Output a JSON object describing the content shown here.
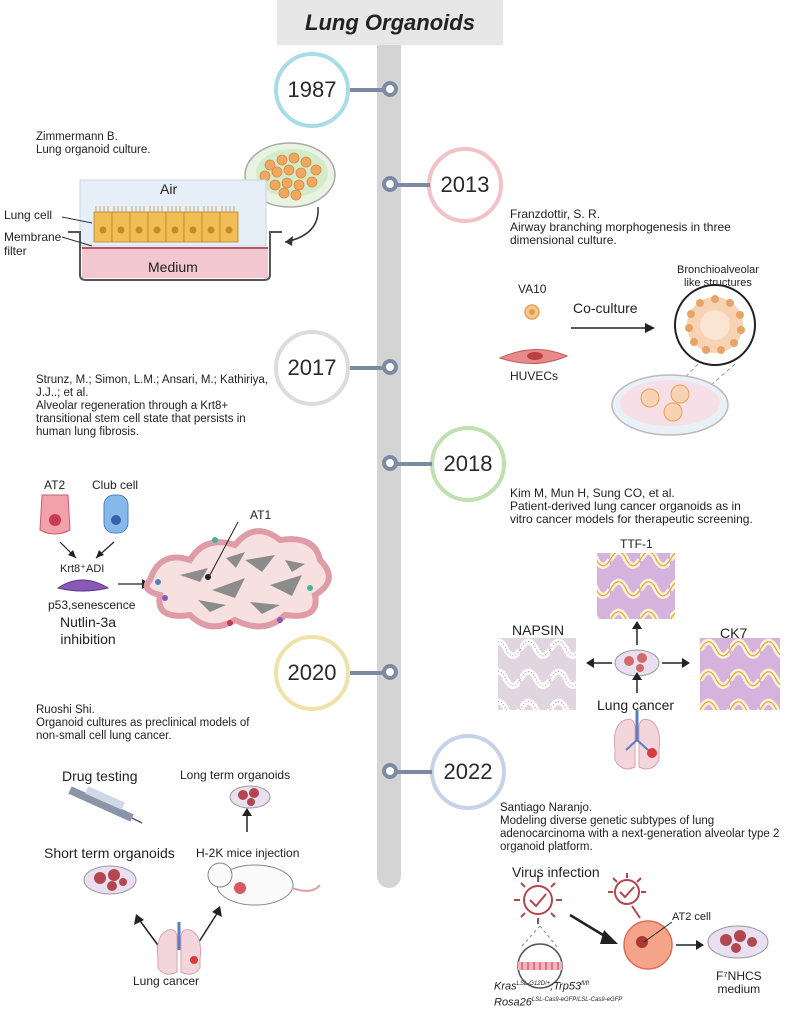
{
  "title": "Lung Organoids",
  "timeline": [
    {
      "year": "1987",
      "color": "#a9dde6"
    },
    {
      "year": "2013",
      "color": "#f2c2c7"
    },
    {
      "year": "2017",
      "color": "#dcdcdc"
    },
    {
      "year": "2018",
      "color": "#bfe0b0"
    },
    {
      "year": "2020",
      "color": "#efe2a9"
    },
    {
      "year": "2022",
      "color": "#c6d1ea"
    }
  ],
  "entries": {
    "e1987": {
      "text": "Zimmermann B.\nLung organoid culture.",
      "labels": {
        "air": "Air",
        "lung_cell": "Lung cell",
        "membrane": "Membrane\nfilter",
        "medium": "Medium"
      }
    },
    "e2013": {
      "text": "Franzdottir, S. R.\nAirway branching morphogenesis in three\ndimensional culture.",
      "labels": {
        "va10": "VA10",
        "huvecs": "HUVECs",
        "coculture": "Co-culture",
        "bronchio": "Bronchioalveolar\nlike structures"
      }
    },
    "e2017": {
      "text": "Strunz, M.; Simon, L.M.; Ansari, M.; Kathiriya,\nJ.J..; et al.\nAlveolar regeneration through a Krt8+\ntransitional stem cell state that persists in\nhuman lung fibrosis.",
      "labels": {
        "at2": "AT2",
        "club": "Club cell",
        "krt8": "Krt8⁺ADI",
        "p53": "p53,senescence",
        "nutlin": "Nutlin-3a\ninhibition",
        "at1": "AT1"
      }
    },
    "e2018": {
      "text": "Kim M, Mun H, Sung CO, et al.\nPatient-derived lung cancer organoids as in\nvitro cancer models for therapeutic screening.",
      "labels": {
        "ttf1": "TTF-1",
        "napsin": "NAPSIN",
        "ck7": "CK7",
        "lung_cancer": "Lung cancer"
      }
    },
    "e2020": {
      "text": "Ruoshi Shi.\nOrganoid cultures as preclinical models of\nnon-small cell lung cancer.",
      "labels": {
        "drug": "Drug testing",
        "long": "Long term organoids",
        "short": "Short term organoids",
        "mice": "H-2K mice injection",
        "lung_cancer": "Lung cancer"
      }
    },
    "e2022": {
      "text": "Santiago Naranjo.\nModeling diverse genetic subtypes of lung\nadenocarcinoma with a next-generation alveolar type 2\norganoid platform.",
      "labels": {
        "virus": "Virus infection",
        "at2cell": "AT2 cell",
        "medium": "F⁷NHCS\nmedium",
        "kras": "Kras",
        "kras_sup": "LSL-G12D/+",
        "trp": ";Trp53",
        "trp_sup": "fl/fl",
        "rosa": "Rosa26",
        "rosa_sup": "LSL-Cas9-eGFP/LSL-Cas9-eGFP"
      }
    }
  },
  "colors": {
    "spine": "#d4d4d4",
    "connector": "#7d8aa4",
    "medium_pink": "#f2c7cf",
    "organoid": "#f0a860"
  }
}
